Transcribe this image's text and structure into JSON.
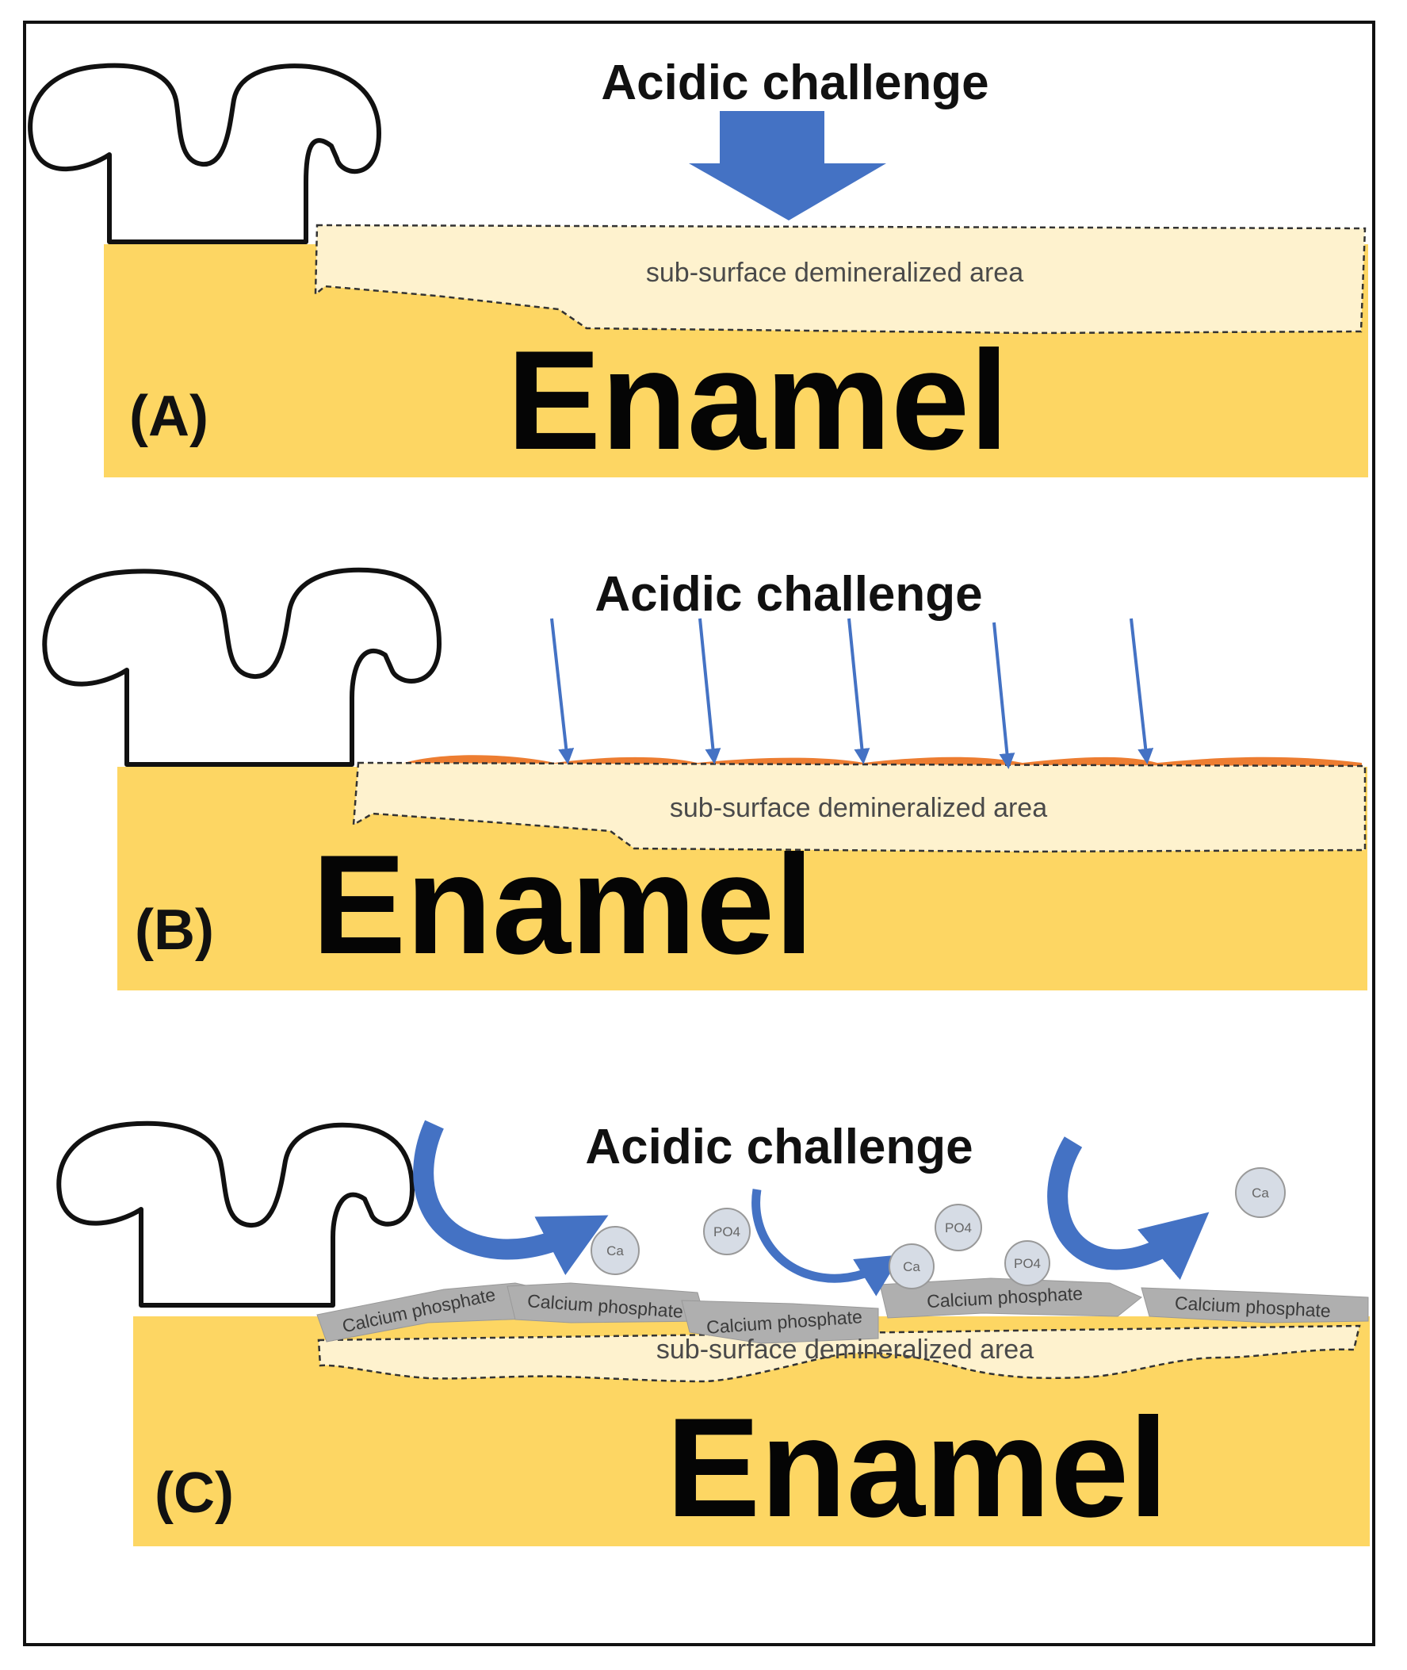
{
  "panels": [
    {
      "label": "(A)",
      "title": "Acidic challenge",
      "subsurface": "sub-surface demineralized area",
      "enamel": "Enamel"
    },
    {
      "label": "(B)",
      "title": "Acidic challenge",
      "subsurface": "sub-surface demineralized area",
      "enamel": "Enamel"
    },
    {
      "label": "(C)",
      "title": "Acidic challenge",
      "subsurface": "sub-surface demineralized area",
      "enamel": "Enamel",
      "calcium_phosphate": [
        "Calcium phosphate",
        "Calcium phosphate",
        "Calcium phosphate",
        "Calcium phosphate",
        "Calcium phosphate"
      ],
      "ions": [
        "Ca",
        "PO4",
        "PO4",
        "Ca",
        "PO4",
        "Ca"
      ]
    }
  ],
  "colors": {
    "enamel": "#FDD663",
    "subsurface": "#FEF2CE",
    "arrow": "#4472C4",
    "orange_layer": "#ED7D31",
    "calcium_phosphate": "#AFAFAF",
    "ion_fill": "#D6DCE5",
    "outline": "#111111"
  }
}
